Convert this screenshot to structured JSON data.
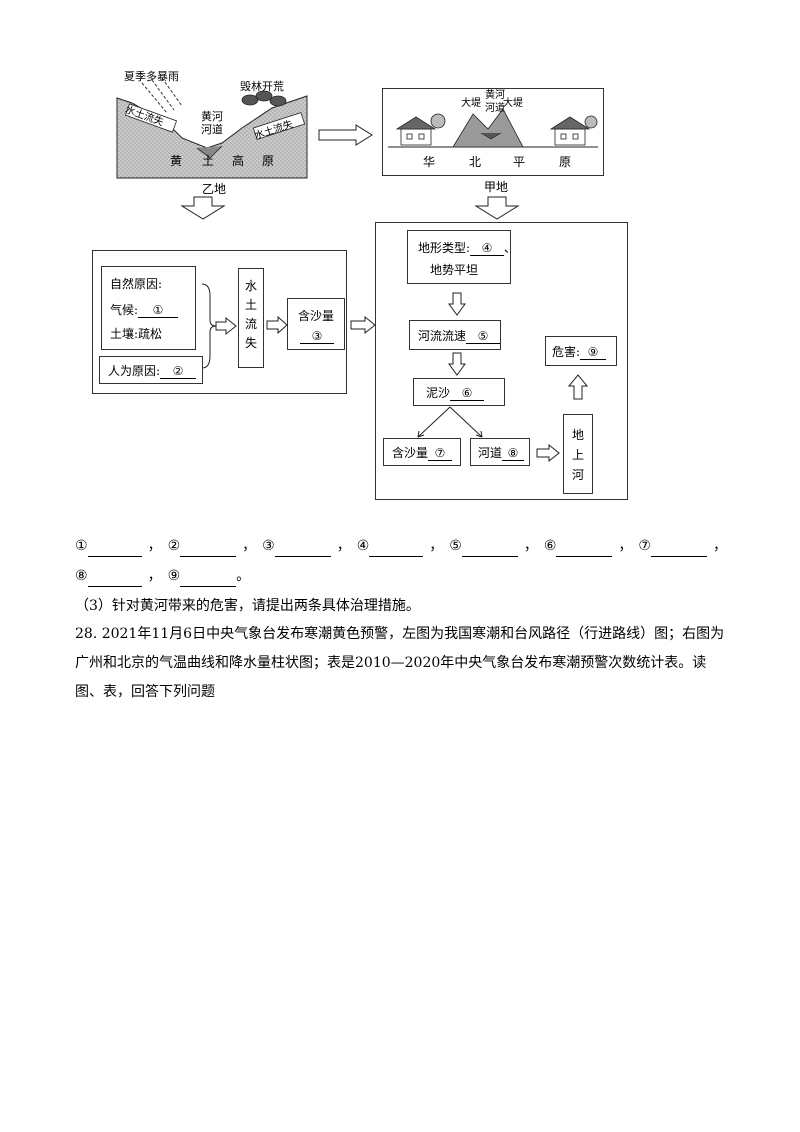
{
  "diagram": {
    "yi": {
      "rain_label": "夏季多暴雨",
      "flower_label": "毁林开荒",
      "river_label_1": "黄河",
      "river_label_2": "河道",
      "erosion_left": "水土流失",
      "erosion_right": "水土流失",
      "plateau": [
        "黄",
        "土",
        "高",
        "原"
      ],
      "caption": "乙地"
    },
    "jia": {
      "levee_left": "大堤",
      "river_label_1": "黄河",
      "river_label_2": "河道",
      "levee_right": "大堤",
      "plain": [
        "华",
        "北",
        "平",
        "原"
      ],
      "caption": "甲地"
    },
    "left_flow": {
      "natural_title": "自然原因:",
      "climate_label": "气候:",
      "climate_blank": "①",
      "soil": "土壤:疏松",
      "human_label": "人为原因:",
      "human_blank": "②",
      "loss": "水土流失",
      "sediment_label": "含沙量",
      "sediment_blank": "③"
    },
    "right_flow": {
      "terrain_label": "地形类型:",
      "terrain_blank": "④",
      "terrain_suffix": "、",
      "terrain_line2": "地势平坦",
      "speed_label": "河流流速",
      "speed_blank": "⑤",
      "mud_label": "泥沙",
      "mud_blank": "⑥",
      "content_label": "含沙量",
      "content_blank": "⑦",
      "channel_label": "河道",
      "channel_blank": "⑧",
      "above_river": "地上河",
      "hazard_label": "危害:",
      "hazard_blank": "⑨"
    }
  },
  "answers_line1": [
    "①",
    "②",
    "③",
    "④",
    "⑤",
    "⑥",
    "⑦"
  ],
  "answers_line2": [
    "⑧",
    "⑨"
  ],
  "sep": "，",
  "end": "。",
  "q3": "（3）针对黄河带来的危害，请提出两条具体治理措施。",
  "q28": "28. 2021年11月6日中央气象台发布寒潮黄色预警，左图为我国寒潮和台风路径（行进路线）图；右图为广州和北京的气温曲线和降水量柱状图；表是2010—2020年中央气象台发布寒潮预警次数统计表。读图、表，回答下列问题"
}
